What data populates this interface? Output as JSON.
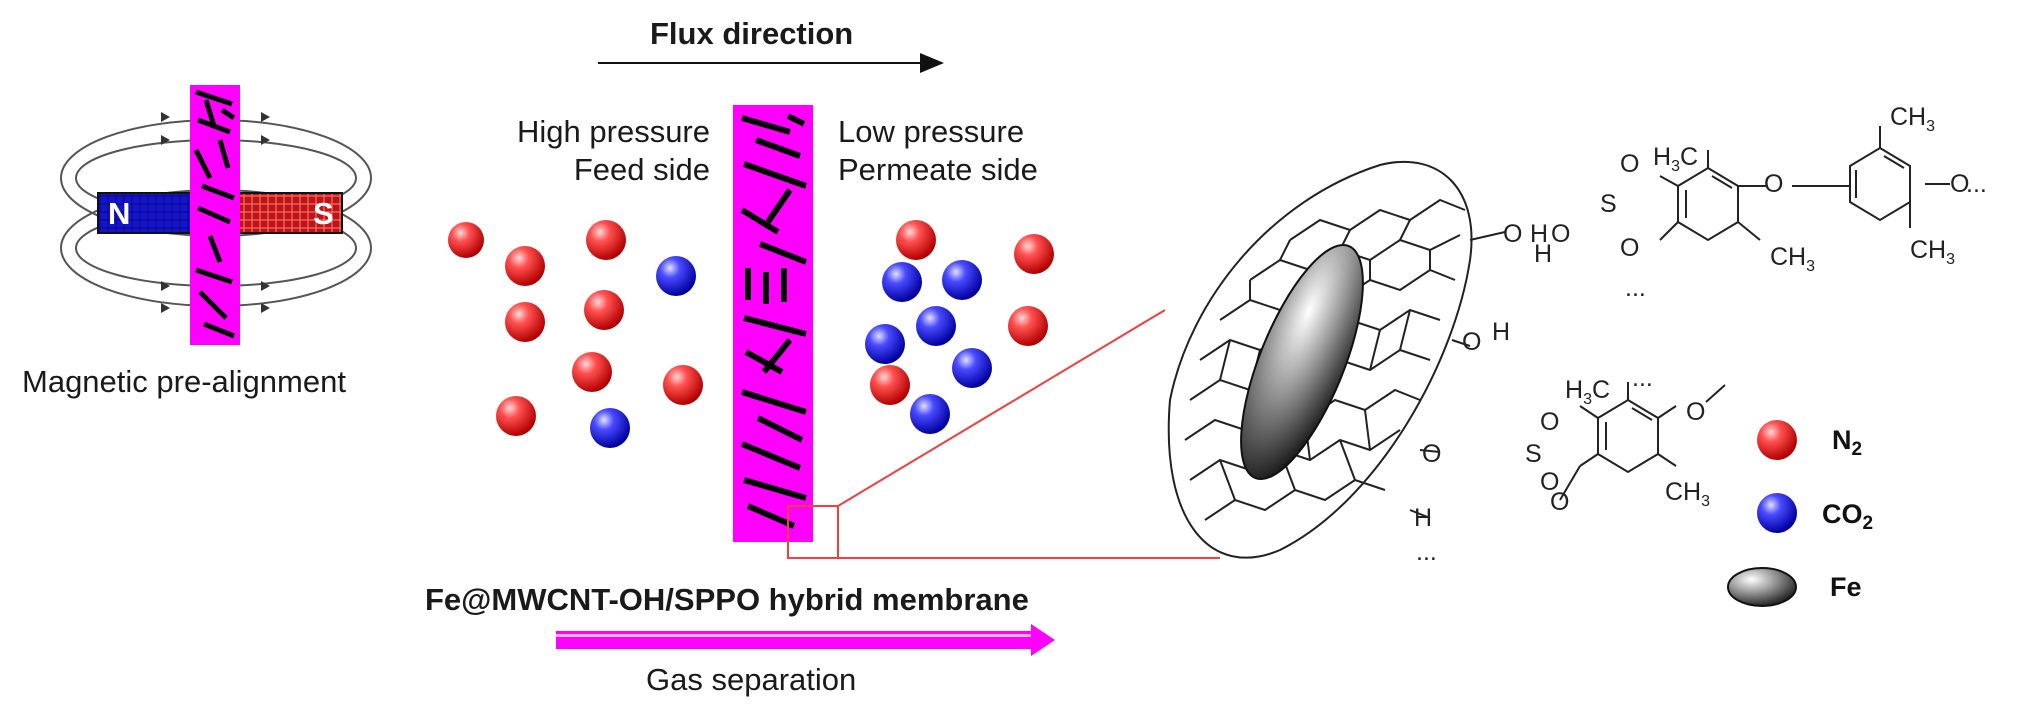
{
  "flux_label": "Flux direction",
  "high_pressure": "High pressure",
  "feed_side": "Feed side",
  "low_pressure": "Low pressure",
  "permeate_side": "Permeate side",
  "magnetic_label": "Magnetic pre-alignment",
  "magnet_north": "N",
  "magnet_south": "S",
  "membrane_label": "Fe@MWCNT-OH/SPPO hybrid membrane",
  "gas_separation_label": "Gas separation",
  "legend": {
    "n2": "N",
    "n2_sub": "2",
    "co2": "CO",
    "co2_sub": "2",
    "fe": "Fe"
  },
  "colors": {
    "magenta": "#ff00ff",
    "n2_red": "#ee1c1c",
    "co2_blue": "#2222ee",
    "north_blue": "#1414cc",
    "south_red": "#c01414"
  },
  "chem": {
    "ch3": "CH",
    "ch3_sub": "3",
    "h3c_pre": "H",
    "h3c_sub": "3",
    "h3c_post": "C",
    "o": "O",
    "s": "S",
    "h": "H",
    "oh": "O",
    "dots": "...",
    "hbond": "O·H-O",
    "dash_o": "O—...",
    "o_dash": "—O"
  }
}
